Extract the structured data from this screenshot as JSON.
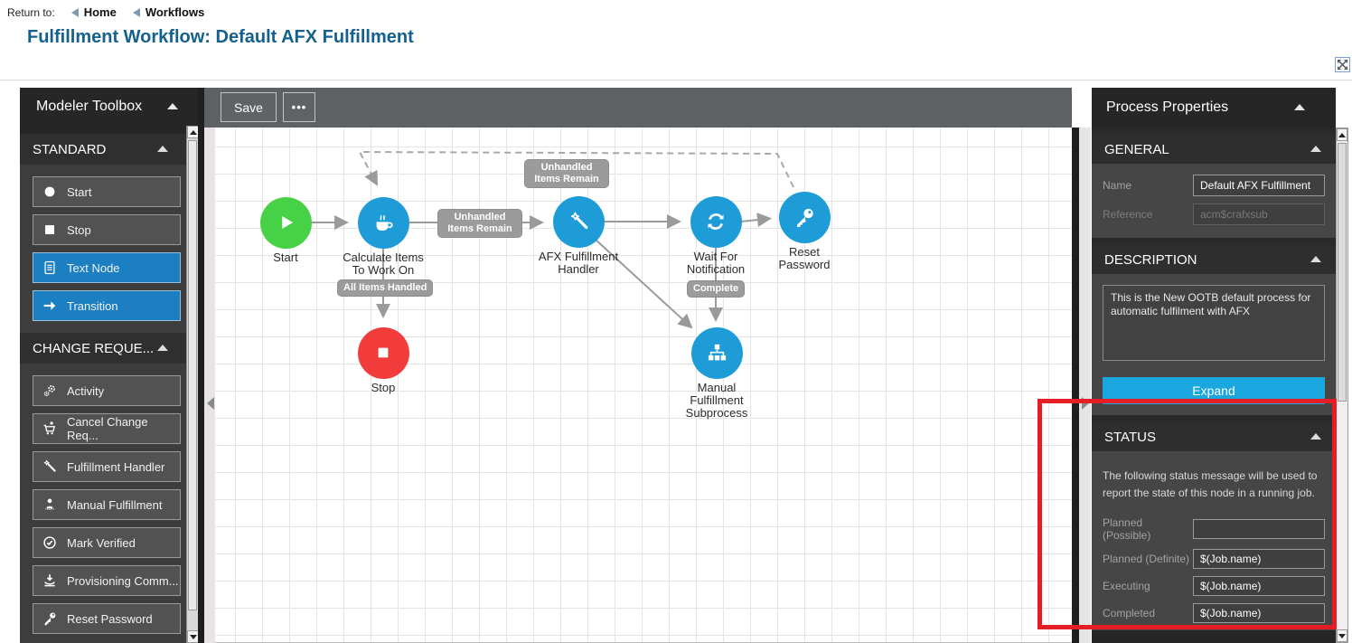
{
  "header": {
    "return_label": "Return to:",
    "breadcrumbs": [
      {
        "label": "Home"
      },
      {
        "label": "Workflows"
      }
    ],
    "title": "Fulfillment Workflow: Default AFX Fulfillment",
    "fullscreen_icon": "expand-arrows-icon"
  },
  "toolbox": {
    "title": "Modeler Toolbox",
    "sections": [
      {
        "label": "STANDARD",
        "items": [
          {
            "label": "Start",
            "icon": "circle-icon"
          },
          {
            "label": "Stop",
            "icon": "square-icon"
          },
          {
            "label": "Text Node",
            "icon": "document-icon"
          },
          {
            "label": "Transition",
            "icon": "arrow-right-icon"
          }
        ]
      },
      {
        "label": "CHANGE REQUE...",
        "items": [
          {
            "label": "Activity",
            "icon": "gears-icon"
          },
          {
            "label": "Cancel Change Req...",
            "icon": "cart-cancel-icon"
          },
          {
            "label": "Fulfillment Handler",
            "icon": "magic-wand-icon"
          },
          {
            "label": "Manual Fulfillment",
            "icon": "person-icon"
          },
          {
            "label": "Mark Verified",
            "icon": "check-circle-icon"
          },
          {
            "label": "Provisioning Comm...",
            "icon": "download-tray-icon"
          },
          {
            "label": "Reset Password",
            "icon": "key-icon"
          }
        ]
      }
    ]
  },
  "canvas": {
    "toolbar": {
      "save_label": "Save",
      "more_label": "•••"
    },
    "nodes": [
      {
        "label": "Start",
        "icon": "play-icon",
        "color": "#47d147"
      },
      {
        "label": "Calculate Items To Work On",
        "icon": "coffee-icon",
        "color": "#1e9cd7"
      },
      {
        "label": "AFX Fulfillment Handler",
        "icon": "magic-wand-icon",
        "color": "#1e9cd7"
      },
      {
        "label": "Wait For Notification",
        "icon": "sync-icon",
        "color": "#1e9cd7"
      },
      {
        "label": "Reset Password",
        "icon": "key-icon",
        "color": "#1e9cd7"
      },
      {
        "label": "Stop",
        "icon": "stop-square-icon",
        "color": "#f23b3b"
      },
      {
        "label": "Manual Fulfillment Subprocess",
        "icon": "org-chart-icon",
        "color": "#1e9cd7"
      }
    ],
    "edge_labels": [
      {
        "label": "Unhandled Items Remain"
      },
      {
        "label": "Unhandled Items Remain"
      },
      {
        "label": "All Items Handled"
      },
      {
        "label": "Complete"
      }
    ]
  },
  "properties": {
    "title": "Process Properties",
    "general": {
      "label": "GENERAL",
      "name_label": "Name",
      "name_value": "Default AFX Fulfillment",
      "reference_label": "Reference",
      "reference_value": "acm$crafxsub"
    },
    "description": {
      "label": "DESCRIPTION",
      "text": "This is the New OOTB default process for automatic fulfilment with AFX",
      "expand_label": "Expand"
    },
    "status": {
      "label": "STATUS",
      "help_text": "The following status message will be used to report the state of this node in a running job.",
      "fields": [
        {
          "label": "Planned (Possible)",
          "value": ""
        },
        {
          "label": "Planned (Definite)",
          "value": "$(Job.name)"
        },
        {
          "label": "Executing",
          "value": "$(Job.name)"
        },
        {
          "label": "Completed",
          "value": "$(Job.name)"
        }
      ]
    }
  },
  "colors": {
    "node_blue": "#1e9cd7",
    "node_green": "#47d147",
    "node_red": "#f23b3b",
    "toolbox_blue": "#1b7fc1",
    "expand_blue": "#1aa7e0",
    "highlight_red": "#e51e25",
    "title_blue": "#14608f"
  }
}
